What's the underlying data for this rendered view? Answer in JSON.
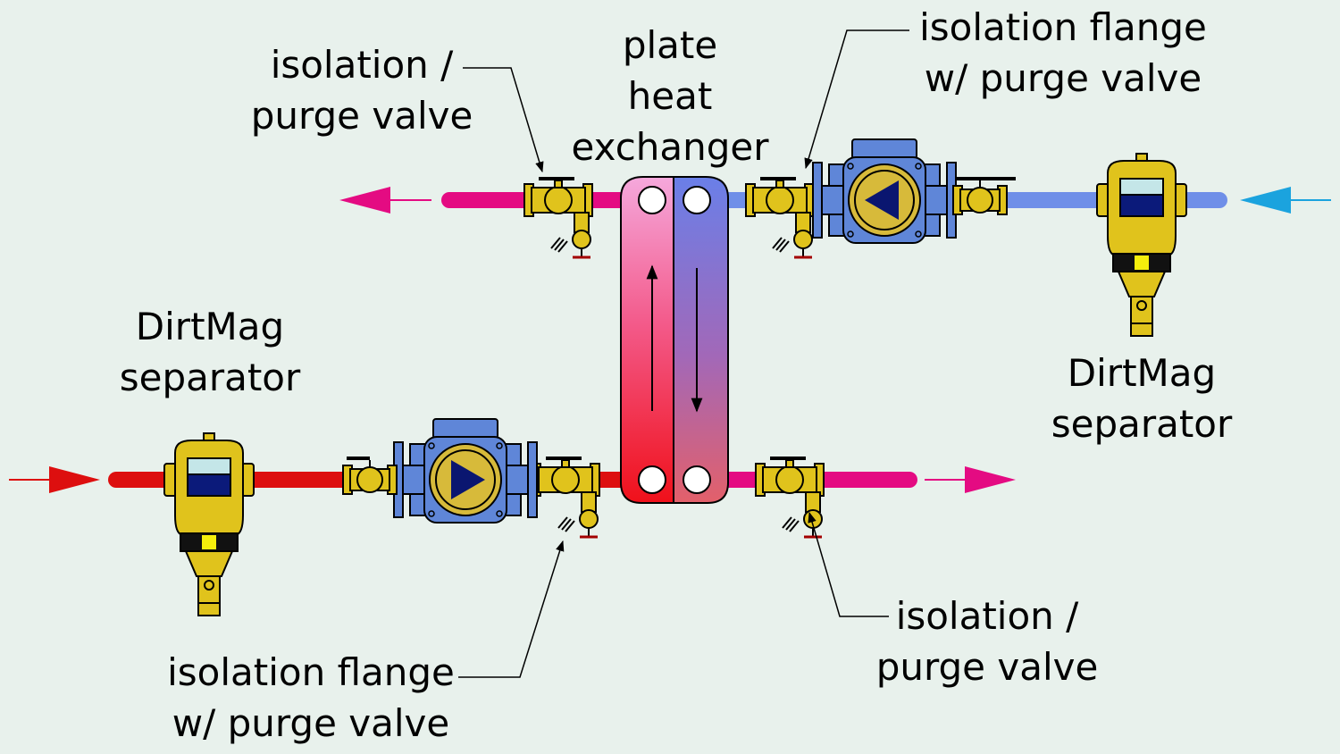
{
  "labels": {
    "iso_purge_top": [
      "isolation /",
      "purge valve"
    ],
    "plate_hx": [
      "plate",
      "heat",
      "exchanger"
    ],
    "iso_flange_top": [
      "isolation flange",
      "w/ purge valve"
    ],
    "dirtmag_left": [
      "DirtMag",
      "separator"
    ],
    "dirtmag_right": [
      "DirtMag",
      "separator"
    ],
    "iso_flange_bottom": [
      "isolation flange",
      "w/ purge valve"
    ],
    "iso_purge_bottom": [
      "isolation /",
      "purge valve"
    ]
  },
  "colors": {
    "background": "#e8f1ec",
    "hot_supply": "#dd0f0f",
    "hot_return": "#e40b82",
    "cold_supply": "#6f8fe8",
    "cold_inlet_arrow": "#1ba3de",
    "brass": "#e0c31c",
    "pump_body": "#5f86d8",
    "pump_impeller": "#0a1670",
    "separator_window": "#0b1a7a"
  }
}
